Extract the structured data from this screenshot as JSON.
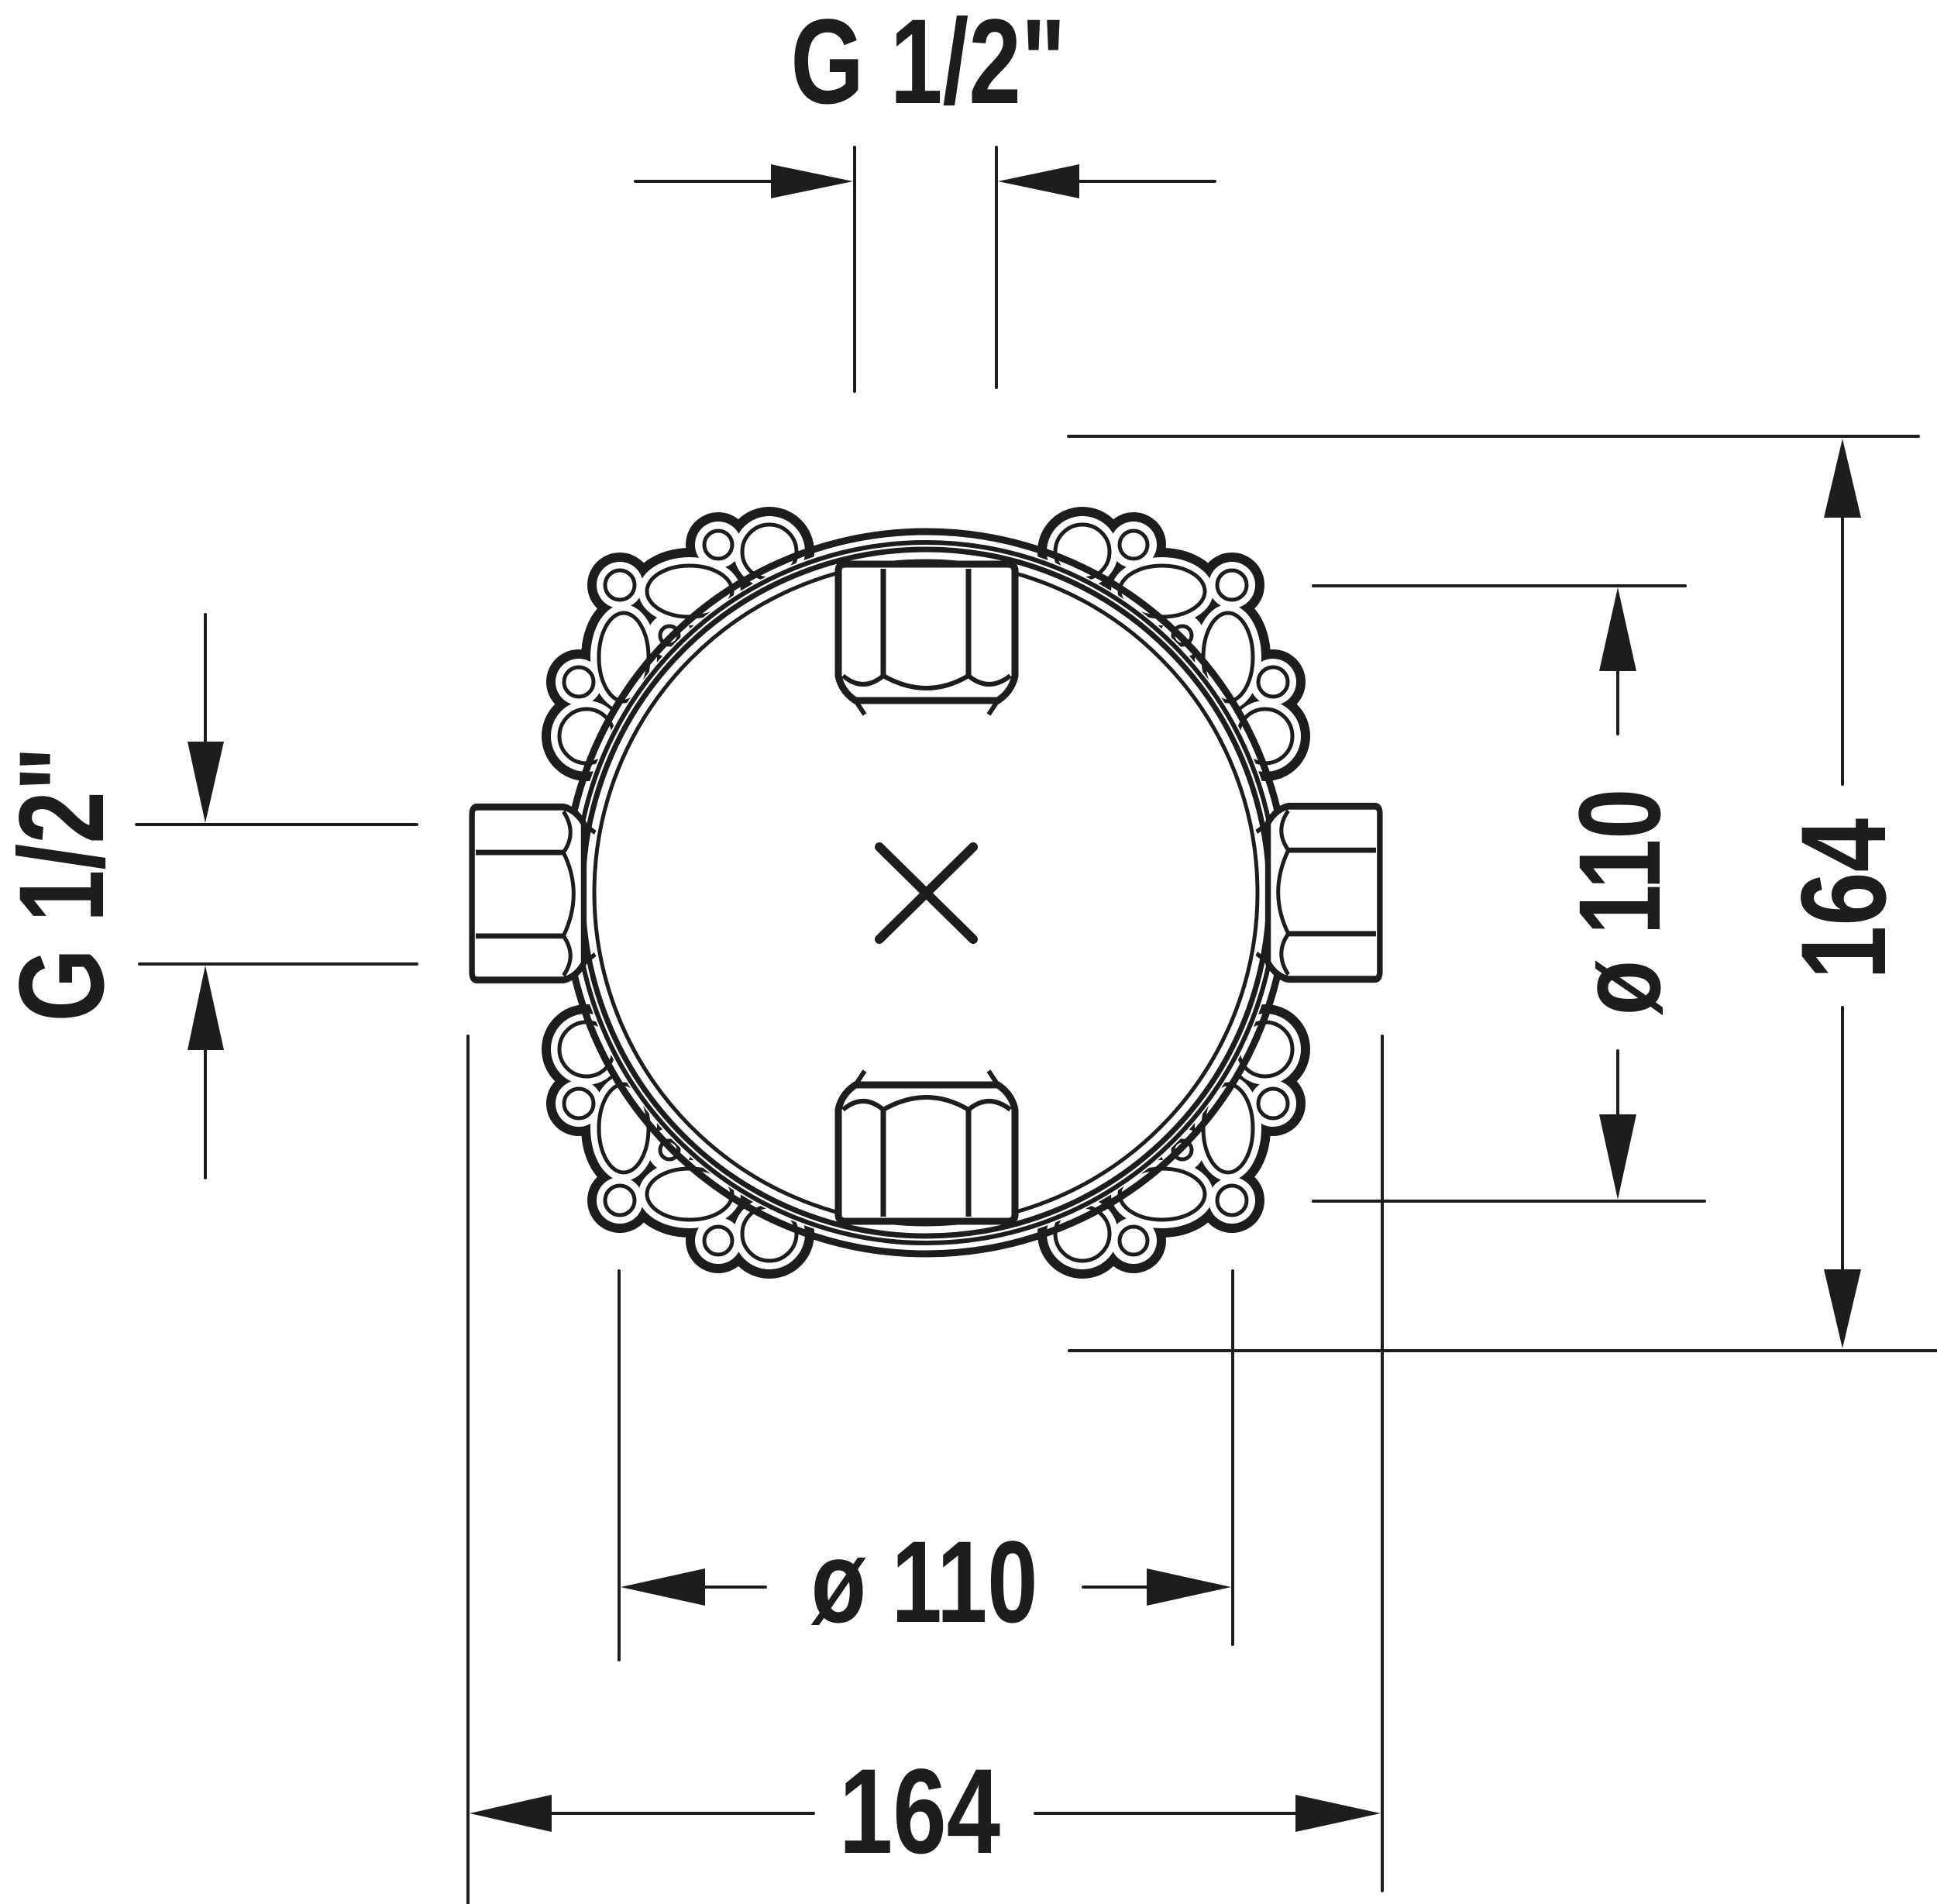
{
  "drawing": {
    "type": "technical-dimension-drawing",
    "subject": "concealed installation body (round base with four G 1/2\" connections)",
    "line_color": "#1d1d1b",
    "background": "#ffffff"
  },
  "dimensions": {
    "top_thread": {
      "label": "G 1/2\"",
      "orientation": "horizontal"
    },
    "left_thread": {
      "label": "G 1/2\"",
      "orientation": "vertical"
    },
    "diameter_vertical": {
      "label": "ø 110",
      "orientation": "vertical"
    },
    "overall_vertical": {
      "label": "164",
      "orientation": "vertical"
    },
    "diameter_horizontal": {
      "label": "ø 110",
      "orientation": "horizontal"
    },
    "overall_horizontal": {
      "label": "164",
      "orientation": "horizontal"
    }
  },
  "symbols": {
    "center_mark": "x-cross",
    "connections": [
      "top",
      "bottom",
      "left",
      "right"
    ]
  }
}
